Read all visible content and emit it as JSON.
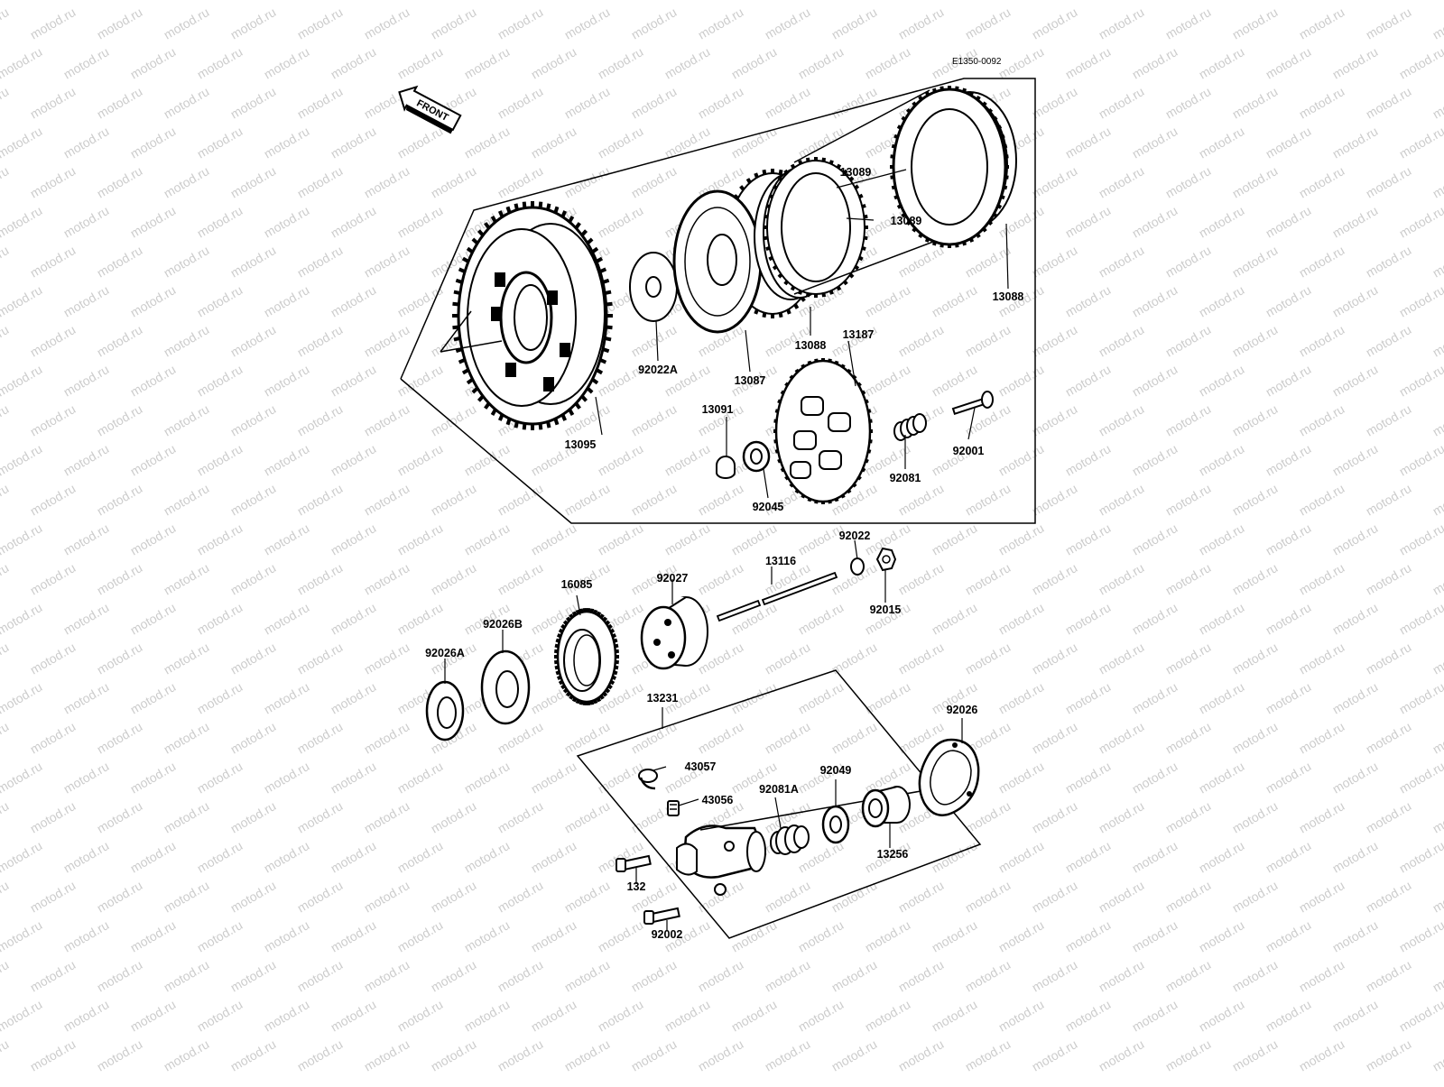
{
  "diagram": {
    "code": "E1350-0092",
    "front_label": "FRONT",
    "watermark": "motod.ru",
    "parts": [
      {
        "id": "13095",
        "label": "13095"
      },
      {
        "id": "92022A",
        "label": "92022A"
      },
      {
        "id": "13087",
        "label": "13087"
      },
      {
        "id": "13088a",
        "label": "13088"
      },
      {
        "id": "13089a",
        "label": "13089"
      },
      {
        "id": "13089b",
        "label": "13089"
      },
      {
        "id": "13088b",
        "label": "13088"
      },
      {
        "id": "13187",
        "label": "13187"
      },
      {
        "id": "13091",
        "label": "13091"
      },
      {
        "id": "92045",
        "label": "92045"
      },
      {
        "id": "92081",
        "label": "92081"
      },
      {
        "id": "92001",
        "label": "92001"
      },
      {
        "id": "92022",
        "label": "92022"
      },
      {
        "id": "92015",
        "label": "92015"
      },
      {
        "id": "13116",
        "label": "13116"
      },
      {
        "id": "92027",
        "label": "92027"
      },
      {
        "id": "16085",
        "label": "16085"
      },
      {
        "id": "92026B",
        "label": "92026B"
      },
      {
        "id": "92026A",
        "label": "92026A"
      },
      {
        "id": "13231",
        "label": "13231"
      },
      {
        "id": "43057",
        "label": "43057"
      },
      {
        "id": "43056",
        "label": "43056"
      },
      {
        "id": "92081A",
        "label": "92081A"
      },
      {
        "id": "92049",
        "label": "92049"
      },
      {
        "id": "92026",
        "label": "92026"
      },
      {
        "id": "13256",
        "label": "13256"
      },
      {
        "id": "132",
        "label": "132"
      },
      {
        "id": "92002",
        "label": "92002"
      }
    ]
  }
}
